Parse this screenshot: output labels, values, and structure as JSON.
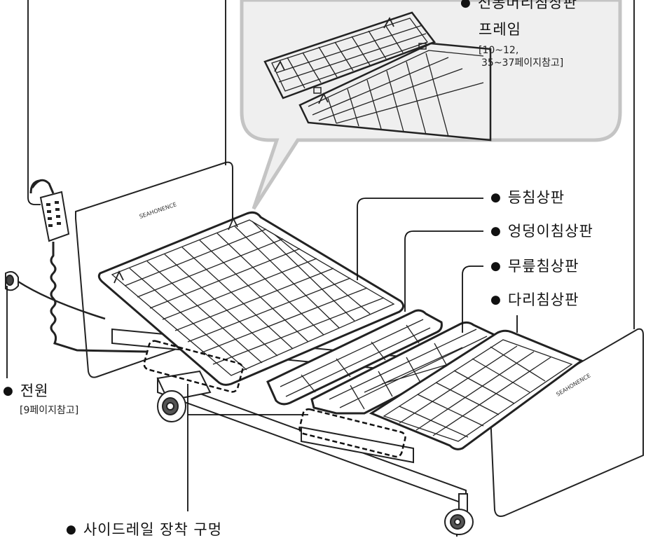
{
  "labels": {
    "head_frame_1": "전동머리침상판",
    "head_frame_2": "프레임",
    "head_frame_ref_1": "[10~12,",
    "head_frame_ref_2": "35~37페이지참고]",
    "back_panel": "등침상판",
    "hip_panel": "엉덩이침상판",
    "knee_panel": "무릎침상판",
    "leg_panel": "다리침상판",
    "power": "전원",
    "power_ref": "[9페이지참고]",
    "side_rail_holes": "사이드레일 장착 구멍"
  },
  "brand": "SEAHONENCE",
  "colors": {
    "callout_fill": "#efefef",
    "callout_stroke": "#c4c4c4",
    "line": "#1a1a1a"
  }
}
